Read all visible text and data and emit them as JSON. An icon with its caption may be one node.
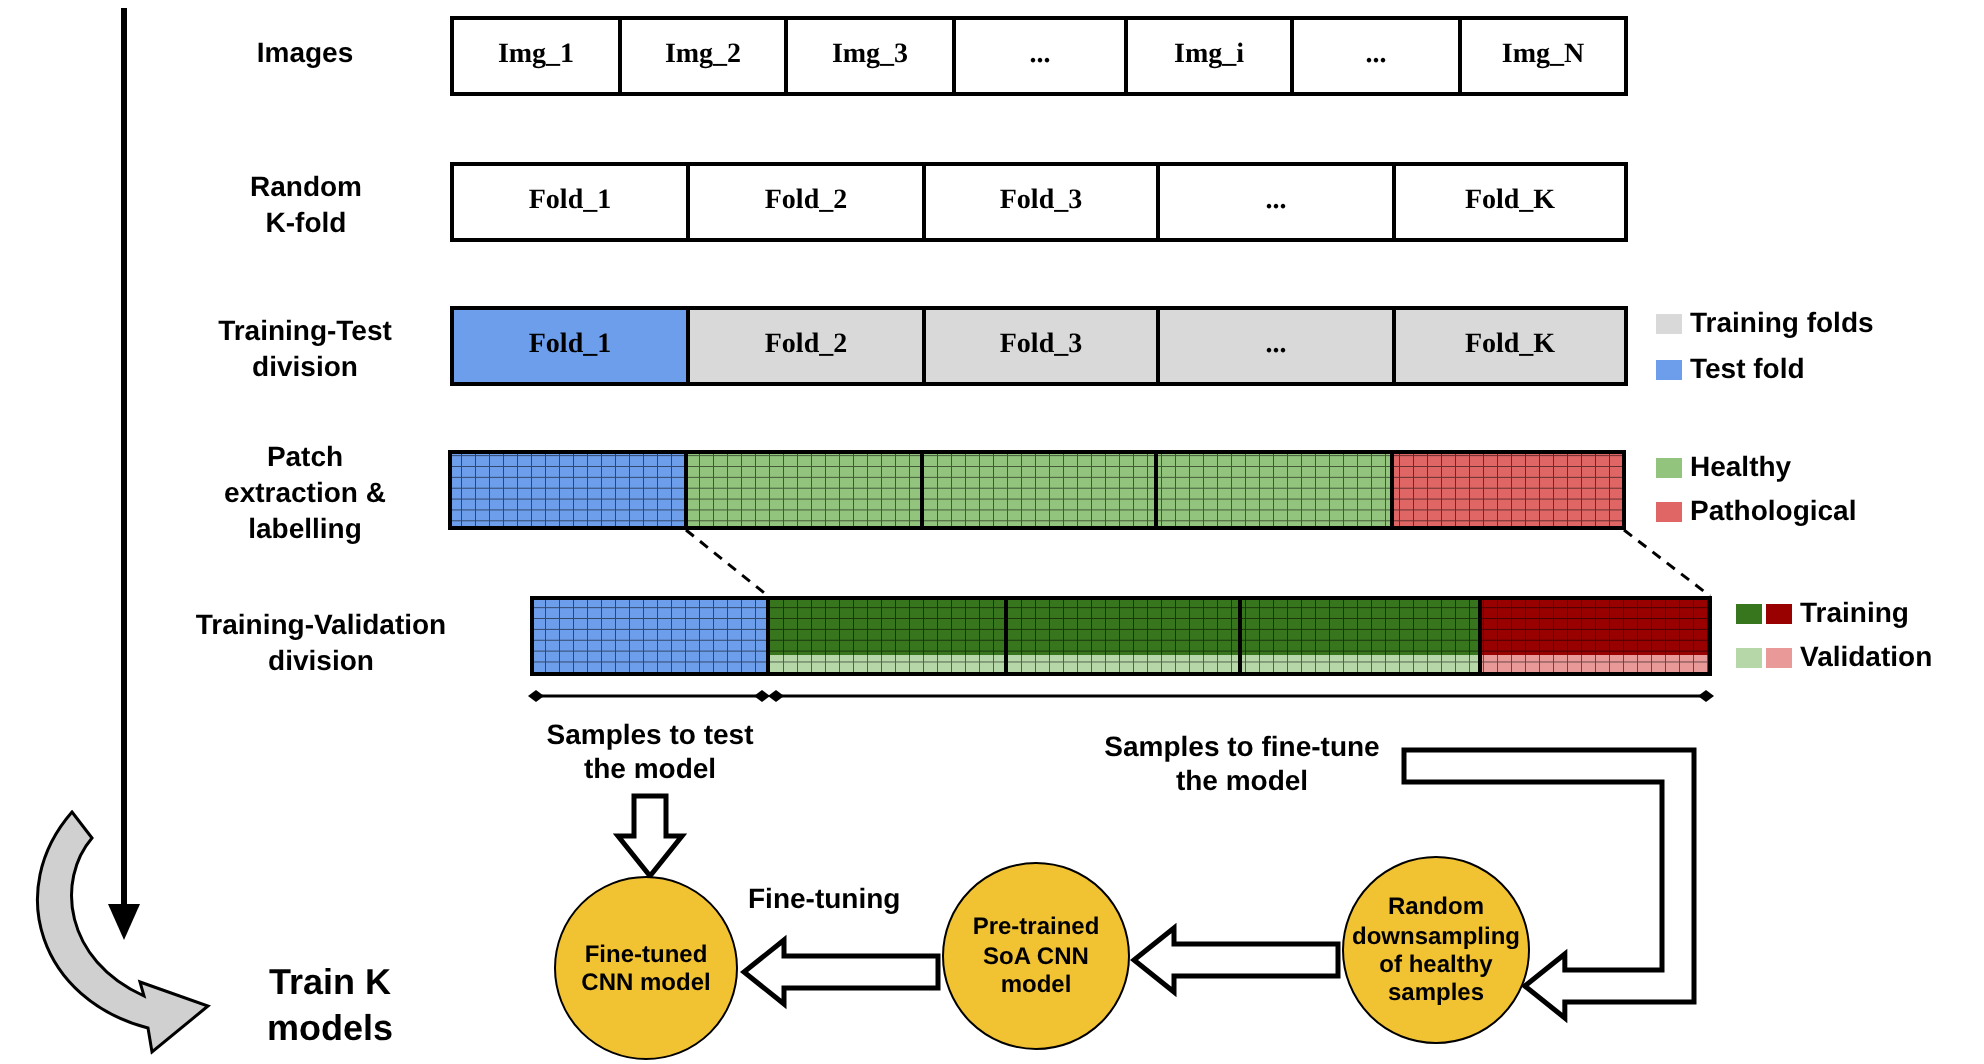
{
  "diagram": {
    "nodes": [
      {
        "text": [
          "Img_1"
        ]
      },
      {
        "text": [
          "Img_2"
        ]
      },
      {
        "text": [
          "Img_3"
        ]
      },
      {
        "text": [
          "..."
        ]
      },
      {
        "text": [
          "Img_i"
        ]
      },
      {
        "text": [
          "..."
        ]
      },
      {
        "text": [
          "Img_N"
        ]
      },
      {
        "text": [
          "Fold_1"
        ]
      },
      {
        "text": [
          "Fold_2"
        ]
      },
      {
        "text": [
          "Fold_3"
        ]
      },
      {
        "text": [
          "..."
        ]
      },
      {
        "text": [
          "Fold_K"
        ]
      },
      {
        "text": [
          "Fold_1"
        ]
      },
      {
        "text": [
          "Fold_2"
        ]
      },
      {
        "text": [
          "Fold_3"
        ]
      },
      {
        "text": [
          "..."
        ]
      },
      {
        "text": [
          "Fold_K"
        ]
      },
      {
        "text": [],
        "shape": "bar"
      },
      {
        "text": [],
        "shape": "bar"
      },
      {
        "text": [
          "Samples to test the model"
        ]
      },
      {
        "text": [
          "Samples to fine-tune the model"
        ]
      },
      {
        "text": [
          "Fine-tuned CNN model"
        ]
      },
      {
        "text": [
          "Pre-trained SoA CNN model"
        ]
      },
      {
        "text": [
          "Random downsampling of healthy samples"
        ]
      }
    ],
    "edges": [
      {
        "from": 19,
        "to": 21,
        "arrow": "to"
      },
      {
        "from": 20,
        "to": 23,
        "arrow": "to"
      },
      {
        "from": 23,
        "to": 22,
        "arrow": "to"
      },
      {
        "from": 22,
        "to": 21,
        "arrow": "to",
        "label": "Fine-tuning"
      },
      {
        "from": 17,
        "to": 18,
        "arrow": "none",
        "style": "dashed"
      },
      {
        "from": 17,
        "to": 18,
        "arrow": "none",
        "style": "dashed"
      }
    ],
    "labels": [
      "Images",
      "Random K-fold",
      "Training-Test division",
      "Patch extraction & labelling",
      "Training-Validation division",
      "Train K models"
    ],
    "legend": [
      {
        "text": "Training folds",
        "color": "#d9d9d9"
      },
      {
        "text": "Test fold",
        "color": "#6d9eeb"
      },
      {
        "text": "Healthy",
        "color": "#93c47d"
      },
      {
        "text": "Pathological",
        "color": "#e06666"
      },
      {
        "text": "Training"
      },
      {
        "text": "Validation"
      }
    ]
  }
}
